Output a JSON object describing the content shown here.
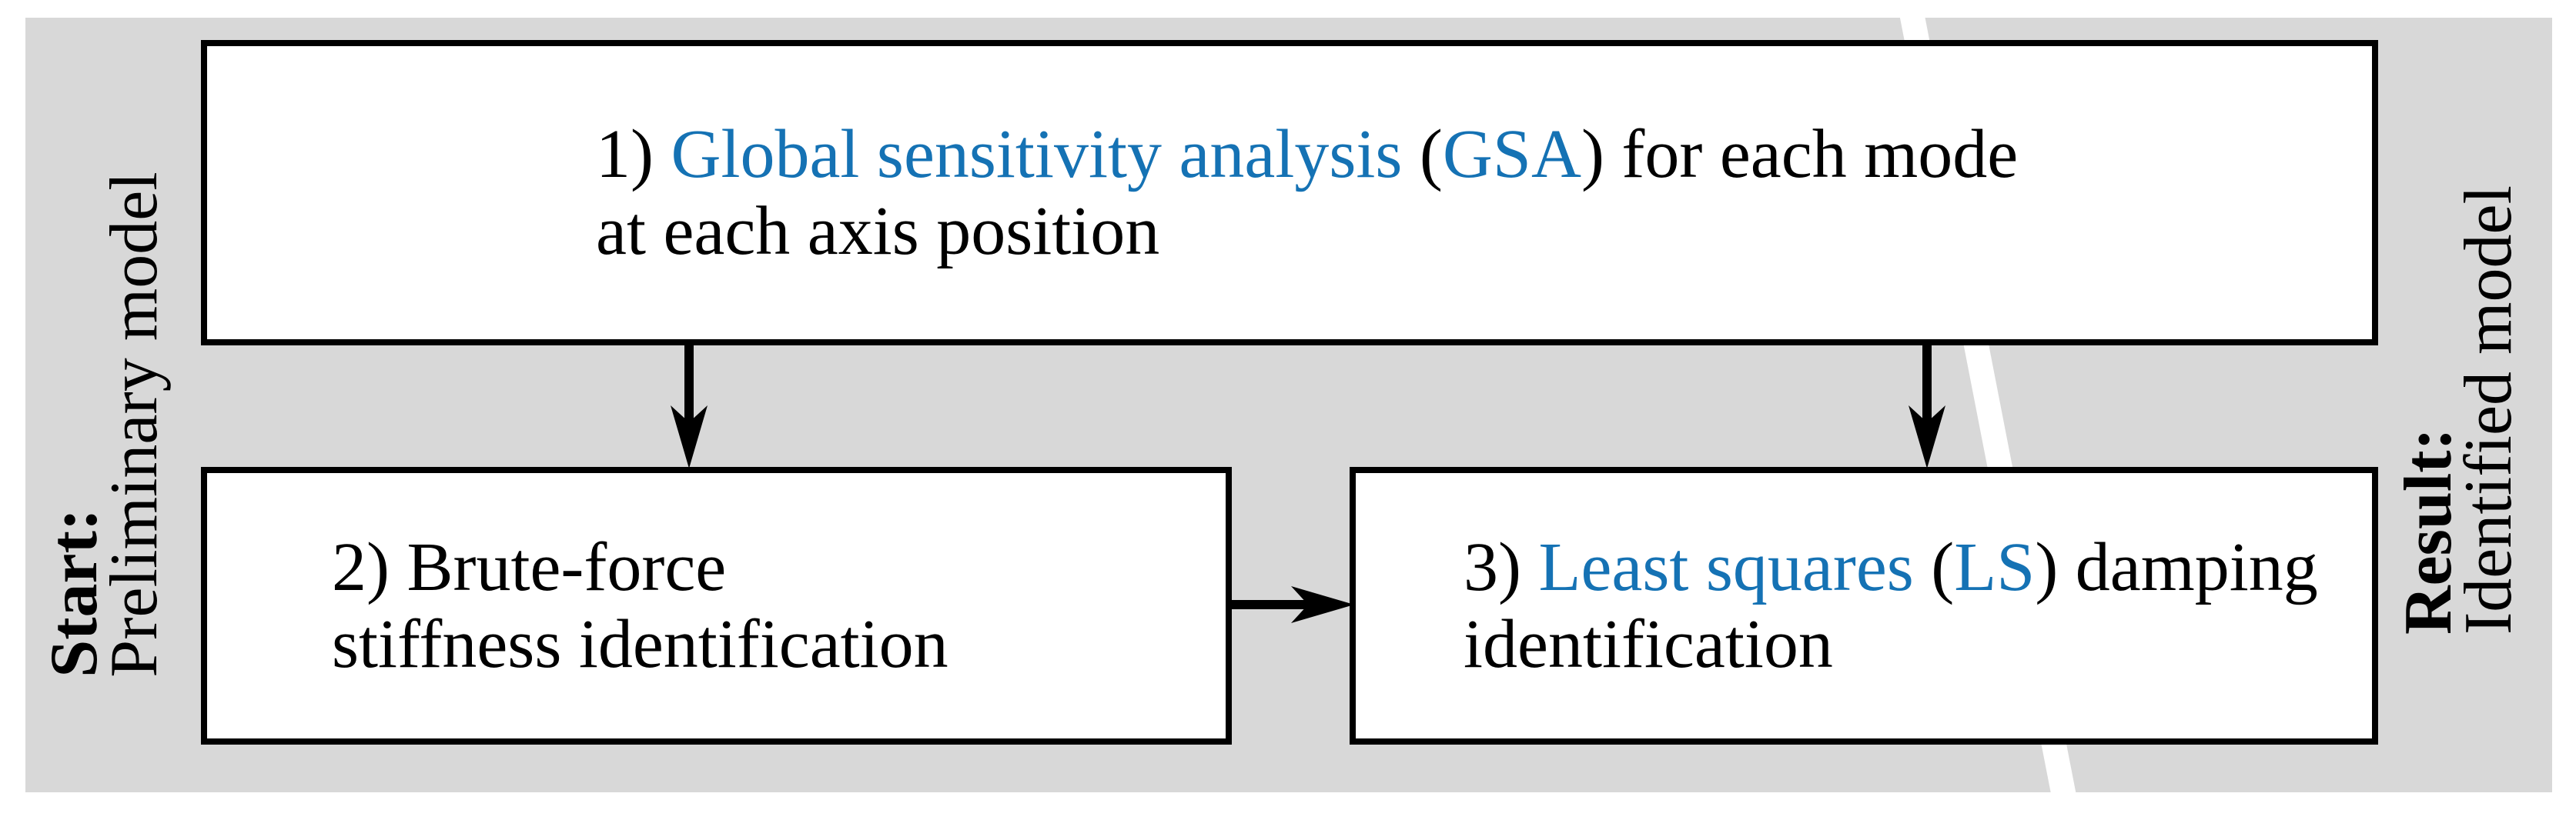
{
  "figure": {
    "colors": {
      "background": "#d8d8d8",
      "box_fill": "#ffffff",
      "stroke": "#000000",
      "link_blue": "#1572b4"
    },
    "side_labels": {
      "left": {
        "title": "Start:",
        "subtitle": "Preliminary model"
      },
      "right": {
        "title": "Result:",
        "subtitle": "Identified model"
      }
    },
    "steps": {
      "step1": {
        "prefix": "1) ",
        "link1": "Global sensitivity analysis",
        "mid": " (",
        "link2": "GSA",
        "suffix": ") for each mode",
        "line2": "at each axis position"
      },
      "step2": {
        "line1": "2) Brute-force",
        "line2": "stiffness identification"
      },
      "step3": {
        "prefix": "3) ",
        "link1": "Least squares",
        "mid": " (",
        "link2": "LS",
        "suffix": ") damping",
        "line2": "identification"
      }
    }
  }
}
